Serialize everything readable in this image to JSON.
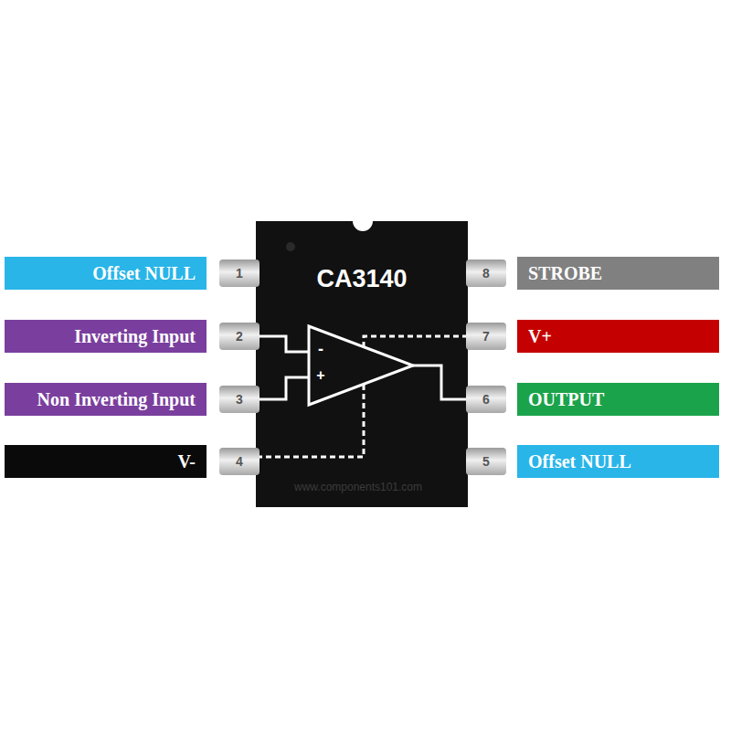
{
  "diagram": {
    "nodes": [
      {
        "text": [
          "CA3140"
        ]
      },
      {
        "text": [
          "Offset NULL"
        ]
      },
      {
        "text": [
          "1"
        ]
      },
      {
        "text": [
          "8"
        ]
      },
      {
        "text": [
          "STROBE"
        ]
      },
      {
        "text": [
          "Inverting Input"
        ]
      },
      {
        "text": [
          "2"
        ]
      },
      {
        "text": [
          "7"
        ]
      },
      {
        "text": [
          "V+"
        ]
      },
      {
        "text": [
          "Non Inverting Input"
        ]
      },
      {
        "text": [
          "3"
        ]
      },
      {
        "text": [
          "6"
        ]
      },
      {
        "text": [
          "OUTPUT"
        ]
      },
      {
        "text": [
          "V-"
        ]
      },
      {
        "text": [
          "4"
        ]
      },
      {
        "text": [
          "5"
        ]
      },
      {
        "text": [
          "Offset NULL"
        ]
      }
    ],
    "labels": [
      "-",
      "+",
      "www.components101.com"
    ]
  }
}
